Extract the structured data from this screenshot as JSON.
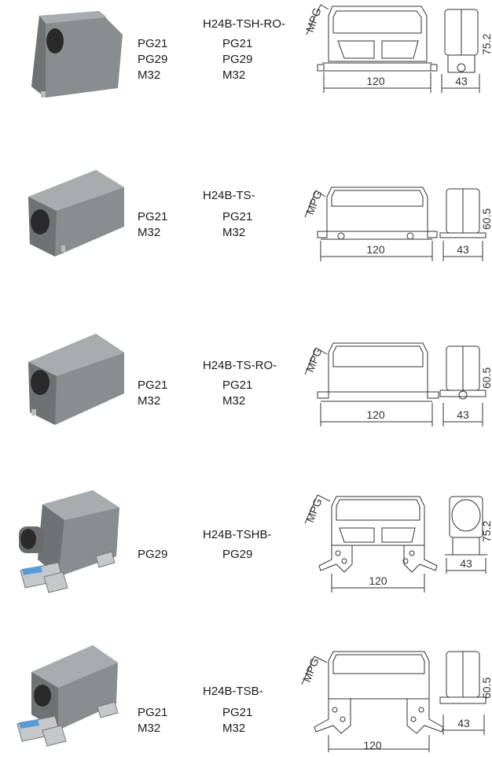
{
  "rows": [
    {
      "model": "H24B-TSH-RO-",
      "thread_options": [
        "PG21",
        "PG29",
        "M32"
      ],
      "variant_options": [
        "PG21",
        "PG29",
        "M32"
      ],
      "drawing": {
        "entry_label": "MPG",
        "width_dim": "120",
        "depth_dim": "43",
        "height_dim": "75.2"
      }
    },
    {
      "model": "H24B-TS-",
      "thread_options": [
        "PG21",
        "M32"
      ],
      "variant_options": [
        "PG21",
        "M32"
      ],
      "drawing": {
        "entry_label": "MPG",
        "width_dim": "120",
        "depth_dim": "43",
        "height_dim": "60.5"
      }
    },
    {
      "model": "H24B-TS-RO-",
      "thread_options": [
        "PG21",
        "M32"
      ],
      "variant_options": [
        "PG21",
        "M32"
      ],
      "drawing": {
        "entry_label": "MPG",
        "width_dim": "120",
        "depth_dim": "43",
        "height_dim": "60.5"
      }
    },
    {
      "model": "H24B-TSHB-",
      "thread_options": [
        "PG29"
      ],
      "variant_options": [
        "PG29"
      ],
      "drawing": {
        "entry_label": "MPG",
        "width_dim": "120",
        "depth_dim": "43",
        "height_dim": "75.2"
      }
    },
    {
      "model": "H24B-TSB-",
      "thread_options": [
        "PG21",
        "M32"
      ],
      "variant_options": [
        "PG21",
        "M32"
      ],
      "drawing": {
        "entry_label": "MPG",
        "width_dim": "120",
        "depth_dim": "43",
        "height_dim": "60.5"
      }
    }
  ],
  "colors": {
    "housing": "#8a8d8f",
    "housing_dark": "#5e6163",
    "housing_light": "#a9acae",
    "line": "#333333"
  }
}
